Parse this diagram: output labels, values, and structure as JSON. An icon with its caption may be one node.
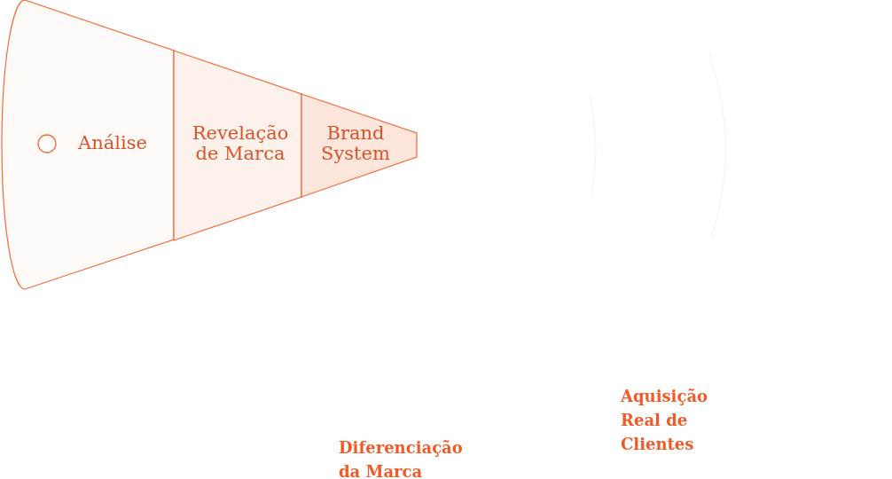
{
  "diagram": {
    "nodes": [
      {
        "text": [
          "Análise"
        ]
      },
      {
        "text": [
          "Revelação de Marca"
        ]
      },
      {
        "text": [
          "Brand System"
        ]
      }
    ],
    "labels": [
      "Diferenciação da Marca",
      "Aquisição Real de Clientes"
    ]
  }
}
